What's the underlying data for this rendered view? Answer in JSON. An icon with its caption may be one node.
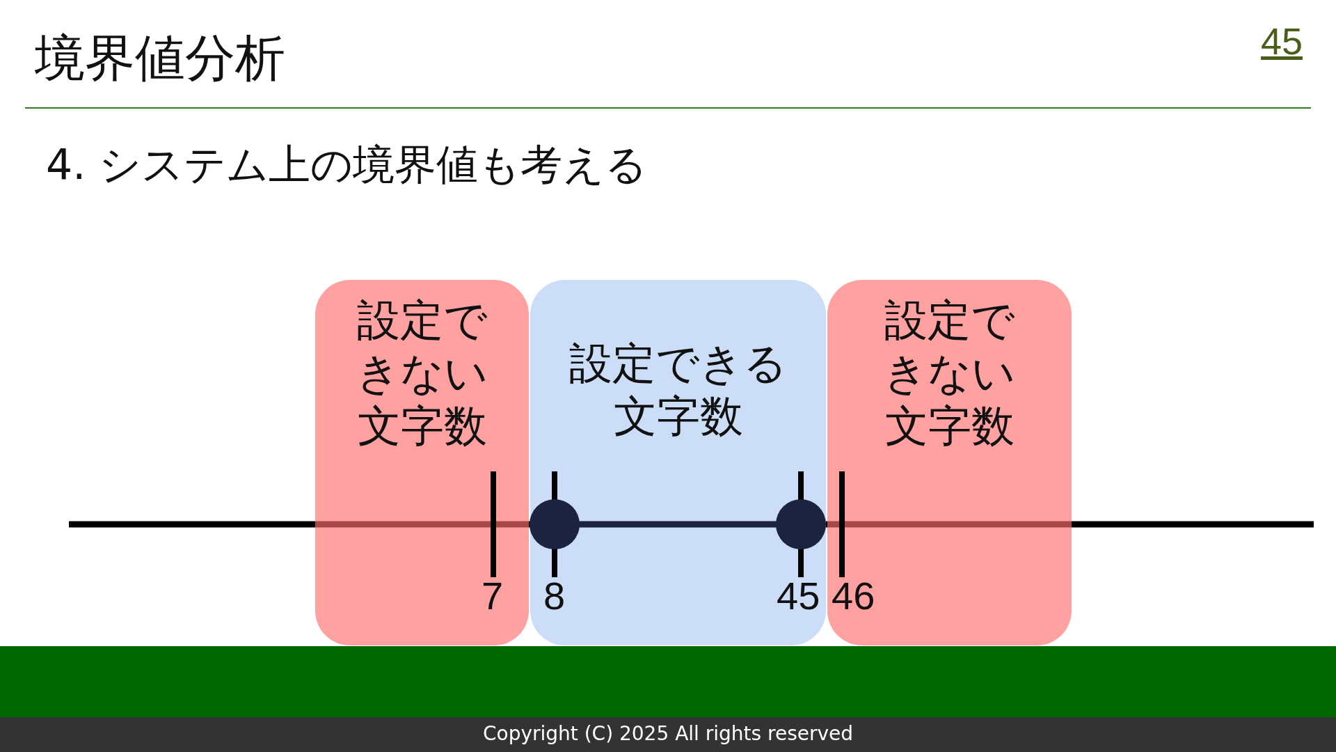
{
  "diagram": {
    "title": "境界値分析",
    "nodes": [
      {
        "text": [
          "設定できない文字数"
        ]
      },
      {
        "text": [
          "設定できる文字数"
        ]
      },
      {
        "text": [
          "設定できない文字数"
        ]
      }
    ],
    "labels": [
      "45",
      "4. システム上の境界値も考える",
      "7",
      "8",
      "45",
      "46",
      "Copyright (C) 2025 All rights reserved"
    ]
  }
}
